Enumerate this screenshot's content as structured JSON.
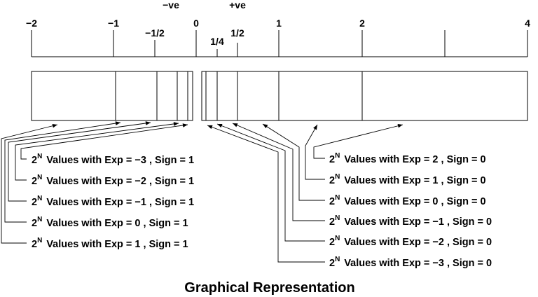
{
  "labels": {
    "neg": "−ve",
    "pos": "+ve",
    "title": "Graphical Representation"
  },
  "ticks": [
    "−2",
    "−1",
    "−1/2",
    "0",
    "1/4",
    "1/2",
    "1",
    "2",
    "4"
  ],
  "left_rows": [
    {
      "exp": "−3",
      "sign": "1"
    },
    {
      "exp": "−2",
      "sign": "1"
    },
    {
      "exp": "−1",
      "sign": "1"
    },
    {
      "exp": "0",
      "sign": "1"
    },
    {
      "exp": "1",
      "sign": "1"
    }
  ],
  "right_rows": [
    {
      "exp": "2",
      "sign": "0"
    },
    {
      "exp": "1",
      "sign": "0"
    },
    {
      "exp": "0",
      "sign": "0"
    },
    {
      "exp": "−1",
      "sign": "0"
    },
    {
      "exp": "−2",
      "sign": "0"
    },
    {
      "exp": "−3",
      "sign": "0"
    }
  ],
  "row_text": {
    "base": "2",
    "power": "N",
    "mid": "Values with Exp = ",
    "sep": " , Sign = "
  }
}
